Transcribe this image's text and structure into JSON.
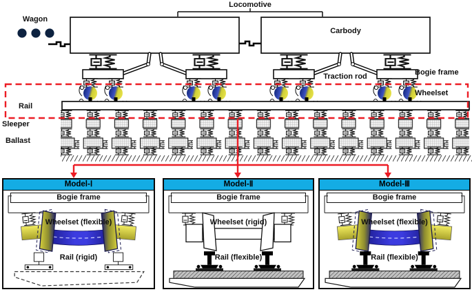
{
  "colors": {
    "header_cyan": "#14ACE4",
    "arrow_red": "#EC1C24",
    "axle_blue": "#3232D8",
    "wheel_navy": "#1B2F8F",
    "wheel_yellow": "#E6E040",
    "wheel_olive": "#6B6B2A"
  },
  "top": {
    "wagon": "Wagon",
    "locomotive": "Locomotive",
    "carbody": "Carbody",
    "traction_rod": "Traction rod",
    "bogie_frame": "Bogie frame",
    "wheelset": "Wheelset",
    "rail": "Rail",
    "sleeper": "Sleeper",
    "ballast": "Ballast"
  },
  "models": [
    {
      "title": "Model-Ⅰ",
      "bogie_label": "Bogie frame",
      "wheelset_label": "Wheelset (flexible)",
      "rail_label": "Rail (rigid)"
    },
    {
      "title": "Model-Ⅱ",
      "bogie_label": "Bogie frame",
      "wheelset_label": "Wheelset (rigid)",
      "rail_label": "Rail (flexible)"
    },
    {
      "title": "Model-Ⅲ",
      "bogie_label": "Bogie frame",
      "wheelset_label": "Wheelset (flexible)",
      "rail_label": "Rail (flexible)"
    }
  ]
}
